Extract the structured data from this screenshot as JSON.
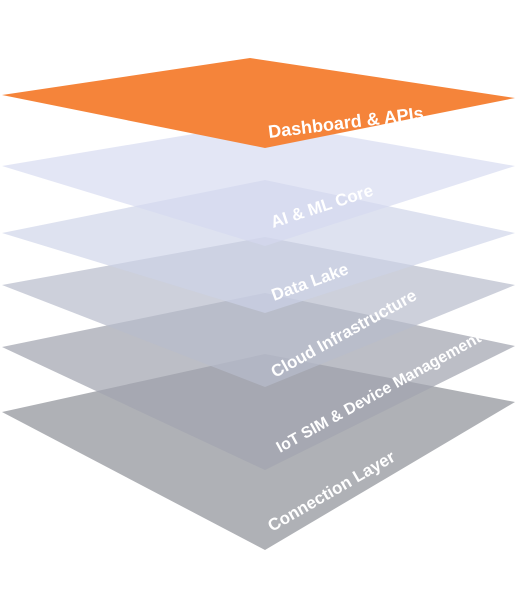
{
  "layers": [
    {
      "label": "Dashboard & APIs",
      "color": "#f5843a",
      "opacity": 1.0,
      "highlight": true
    },
    {
      "label": "AI & ML Core",
      "color": "#d4d9f0",
      "opacity": 0.65,
      "highlight": false
    },
    {
      "label": "Data Lake",
      "color": "#cdd2e8",
      "opacity": 0.65,
      "highlight": false
    },
    {
      "label": "Cloud Infrastructure",
      "color": "#b8bccc",
      "opacity": 0.7,
      "highlight": false
    },
    {
      "label": "IoT SIM & Device Management",
      "color": "#a2a5b0",
      "opacity": 0.72,
      "highlight": false
    },
    {
      "label": "Connection Layer",
      "color": "#a6a8ae",
      "opacity": 0.9,
      "highlight": false
    }
  ]
}
